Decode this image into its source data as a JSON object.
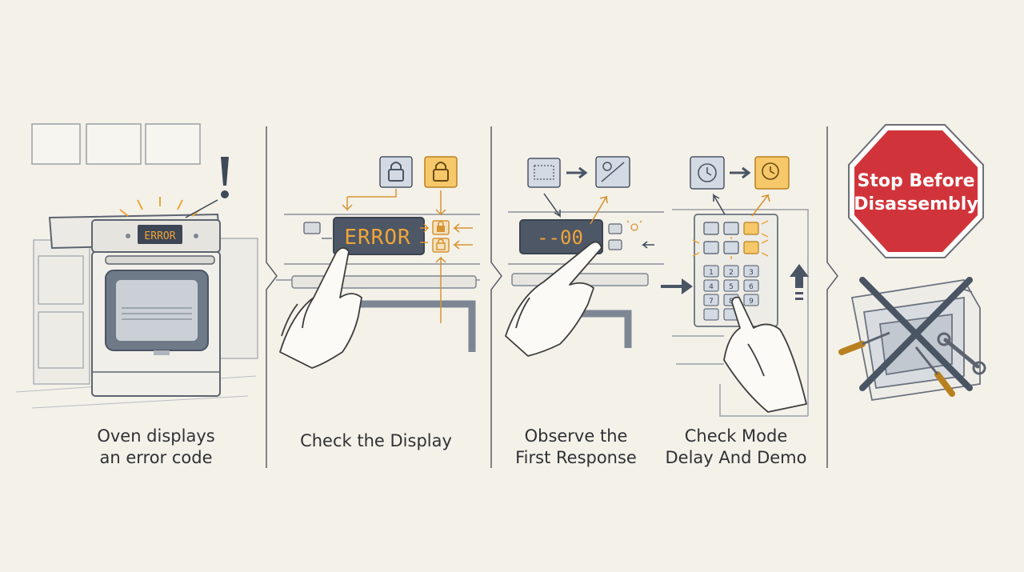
{
  "panels": [
    {
      "id": "oven-error",
      "caption": [
        "Oven displays",
        "an error code"
      ],
      "display": "ERROR"
    },
    {
      "id": "check-display",
      "caption": [
        "Check the Display"
      ],
      "display": "ERROR"
    },
    {
      "id": "first-response",
      "caption": [
        "Observe the",
        "First Response"
      ],
      "display": "--00"
    },
    {
      "id": "mode-delay-demo",
      "caption": [
        "Check Mode",
        "Delay And Demo"
      ],
      "keypad": [
        "1",
        "2",
        "3",
        "4",
        "5",
        "6",
        "7",
        "8",
        "9"
      ]
    },
    {
      "id": "stop",
      "sign_lines": [
        "Stop Before",
        "Disassembly"
      ]
    }
  ],
  "icons": {
    "alert": "exclamation-icon",
    "lock": "lock-icon",
    "unlock": "unlock-icon",
    "timer": "clock-icon",
    "tools": "screwdriver-wrench-icon"
  },
  "colors": {
    "background": "#f4f1e9",
    "accent": "#f0a437",
    "stop_red": "#d0343a",
    "ink": "#4a5564",
    "steel": "#7d8794"
  }
}
